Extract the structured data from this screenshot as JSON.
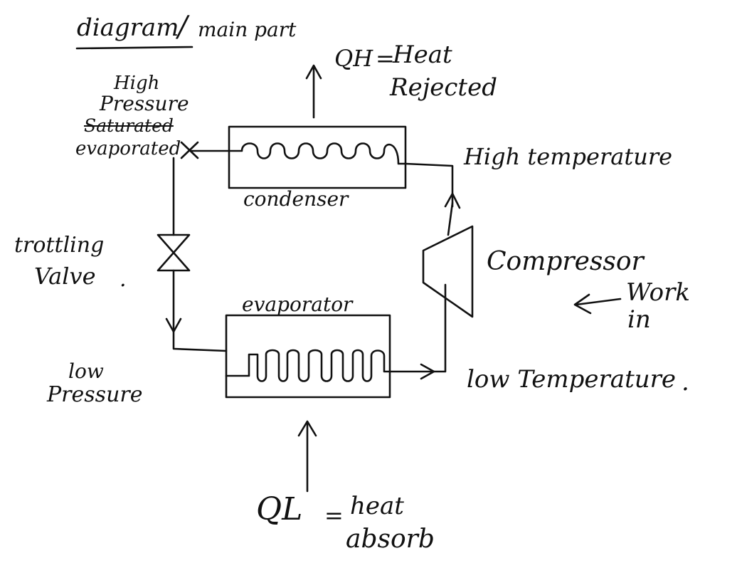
{
  "diagram": {
    "heading": {
      "left": "diagram",
      "separator": "/",
      "right": "main part"
    },
    "qh": {
      "symbol": "QH",
      "eq": "=",
      "line1": "Heat",
      "line2": "Rejected"
    },
    "high_side": {
      "line1": "High",
      "line2": "Pressure",
      "struck": "Saturated",
      "line4": "evaporated"
    },
    "condenser_label": "condenser",
    "high_temp_label": "High temperature",
    "valve": {
      "line1": "trottling",
      "line2": "Valve",
      "mark": "."
    },
    "compressor_label": "Compressor",
    "work": {
      "line1": "Work",
      "line2": "in"
    },
    "evaporator_label": "evaporator",
    "low_pressure": {
      "line1": "low",
      "line2": "Pressure"
    },
    "low_temp_label": "low Temperature",
    "low_temp_mark": ".",
    "ql": {
      "symbol": "QL",
      "eq": "=",
      "line1": "heat",
      "line2": "absorb"
    },
    "colors": {
      "ink": "#111111",
      "paper": "#ffffff"
    }
  }
}
